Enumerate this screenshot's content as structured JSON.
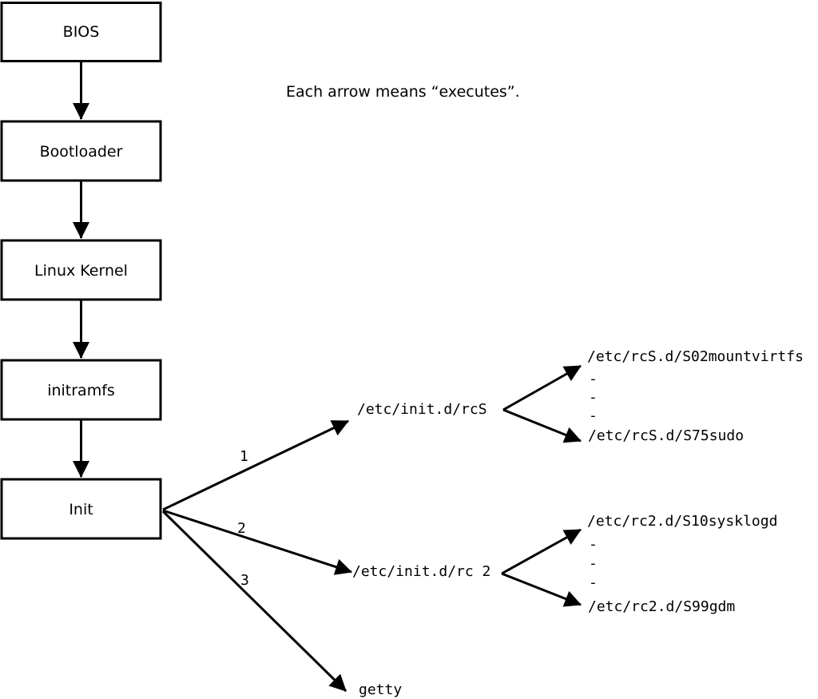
{
  "diagram": {
    "note": "Each arrow means “executes”.",
    "boot_chain": [
      {
        "label": "BIOS"
      },
      {
        "label": "Bootloader"
      },
      {
        "label": "Linux Kernel"
      },
      {
        "label": "initramfs"
      },
      {
        "label": "Init"
      }
    ],
    "init_branches": {
      "arrow1_label": "1",
      "arrow2_label": "2",
      "arrow3_label": "3",
      "rcs_script": "/etc/init.d/rcS",
      "rc2_script": "/etc/init.d/rc 2",
      "getty": "getty"
    },
    "rcs_children": {
      "first": "/etc/rcS.d/S02mountvirtfs",
      "ellipsis": [
        "-",
        "-",
        "-"
      ],
      "last": "/etc/rcS.d/S75sudo"
    },
    "rc2_children": {
      "first": "/etc/rc2.d/S10sysklogd",
      "ellipsis": [
        "-",
        "-",
        "-"
      ],
      "last": "/etc/rc2.d/S99gdm"
    },
    "colors": {
      "ink": "#000000",
      "background": "#ffffff"
    }
  }
}
